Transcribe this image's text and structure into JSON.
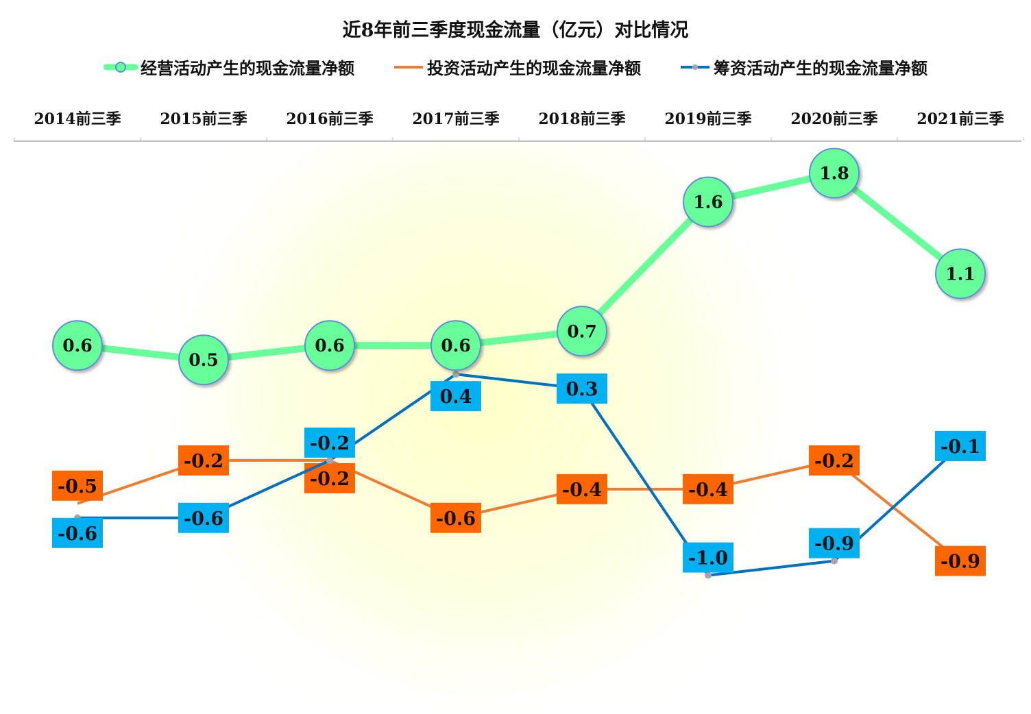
{
  "chart_data": {
    "type": "line",
    "title": "近8年前三季度现金流量（亿元）对比情况",
    "categories": [
      "2014前三季",
      "2015前三季",
      "2016前三季",
      "2017前三季",
      "2018前三季",
      "2019前三季",
      "2020前三季",
      "2021前三季"
    ],
    "series": [
      {
        "name": "经营活动产生的现金流量净额",
        "color": "#66FF99",
        "values": [
          0.6,
          0.5,
          0.6,
          0.6,
          0.7,
          1.6,
          1.8,
          1.1
        ]
      },
      {
        "name": "投资活动产生的现金流量净额",
        "color": "#ED7D31",
        "label_color": "#FF6600",
        "values": [
          -0.5,
          -0.2,
          -0.2,
          -0.6,
          -0.4,
          -0.4,
          -0.2,
          -0.9
        ]
      },
      {
        "name": "筹资活动产生的现金流量净额",
        "color": "#0070C0",
        "label_color": "#00B0F0",
        "values": [
          -0.6,
          -0.6,
          -0.2,
          0.4,
          0.3,
          -1.0,
          -0.9,
          -0.1
        ]
      }
    ],
    "xlabel": "",
    "ylabel": "",
    "x_axis_position": "top",
    "legend_position": "top",
    "grid": false,
    "ylim": [
      -1.9,
      2.0
    ]
  }
}
